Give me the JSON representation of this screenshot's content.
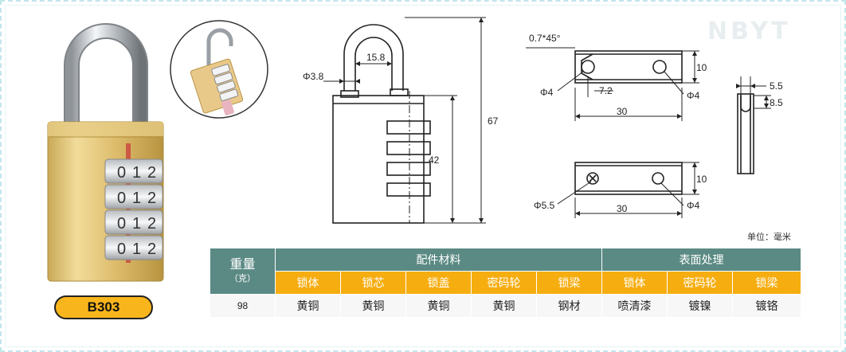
{
  "watermark": "NBYT",
  "model": "B303",
  "unit_label": "单位：毫米",
  "dial_digits": [
    "0",
    "1",
    "2"
  ],
  "drawing_labels": {
    "chamfer": "0.7*45°",
    "shackle_dia": "Φ3.8",
    "shackle_width": "15.8",
    "total_height": "67",
    "body_height": "42",
    "plate_height": "10",
    "plate_hole": "Φ4",
    "plate_hole_right": "Φ4",
    "plate_offset": "7.2",
    "plate_length": "30",
    "side_width": "5.5",
    "side_depth": "8.5",
    "plate2_hole": "Φ5.5",
    "plate2_hole_right": "Φ4",
    "plate2_height": "10",
    "plate2_length": "30"
  },
  "table": {
    "weight_header": "重量",
    "weight_unit": "（克）",
    "materials_group": "配件材料",
    "surface_group": "表面处理",
    "material_columns": [
      "锁体",
      "锁芯",
      "锁盖",
      "密码轮",
      "锁梁"
    ],
    "surface_columns": [
      "锁体",
      "密码轮",
      "锁梁"
    ],
    "weight_value": "98",
    "material_values": [
      "黄铜",
      "黄铜",
      "黄铜",
      "黄铜",
      "钢材"
    ],
    "surface_values": [
      "喷清漆",
      "镀镍",
      "镀铬"
    ]
  }
}
